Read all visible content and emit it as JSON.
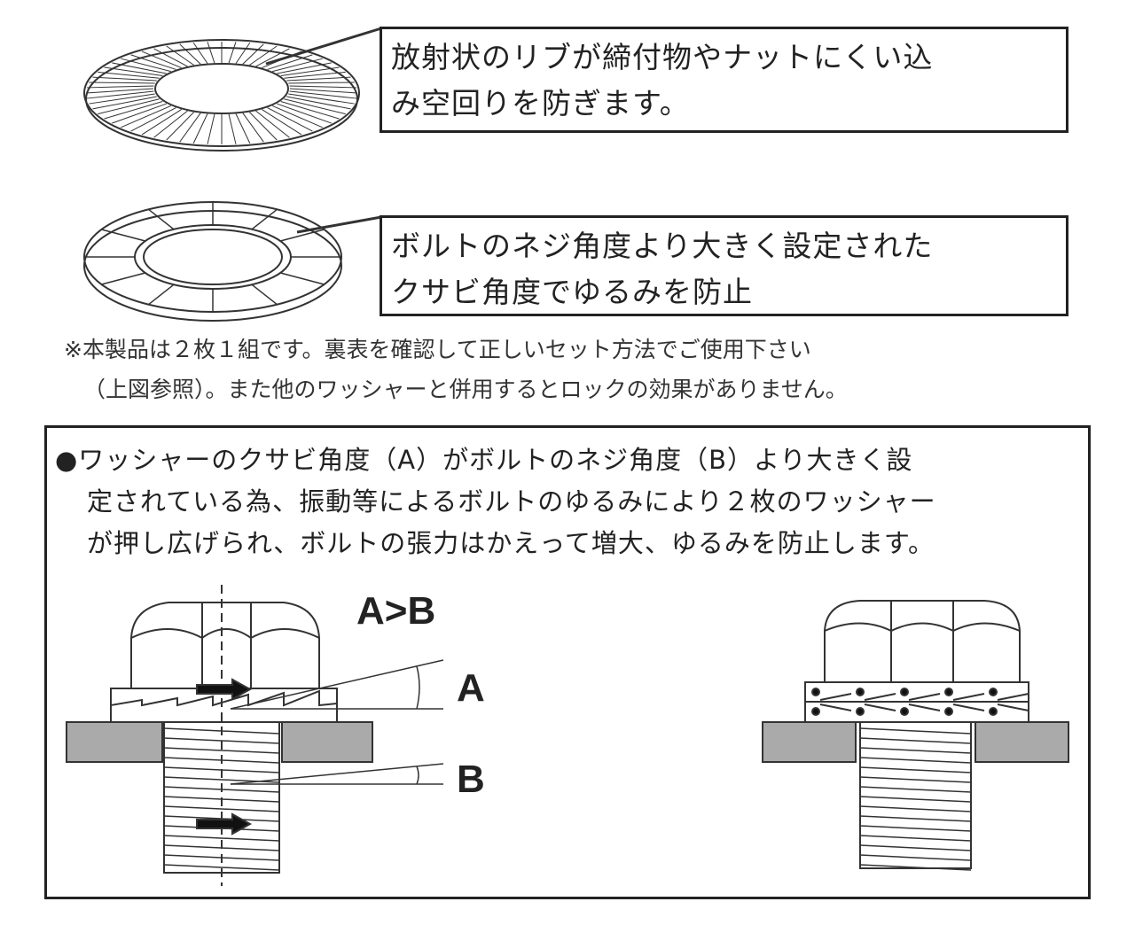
{
  "callouts": [
    {
      "line1": "放射状のリブが締付物やナットにくい込",
      "line2": "み空回りを防ぎます。"
    },
    {
      "line1": "ボルトのネジ角度より大きく設定された",
      "line2": "クサビ角度でゆるみを防止"
    }
  ],
  "note": {
    "line1": "※本製品は２枚１組です。裏表を確認して正しいセット方法でご使用下さい",
    "line2": "（上図参照）。また他のワッシャーと併用するとロックの効果がありません。"
  },
  "description": {
    "line1": "●ワッシャーのクサビ角度（A）がボルトのネジ角度（B）より大きく設",
    "line2": "定されている為、振動等によるボルトのゆるみにより２枚のワッシャー",
    "line3": "が押し広げられ、ボルトの張力はかえって増大、ゆるみを防止します。"
  },
  "labels": {
    "relation": "A>B",
    "angle_a": "A",
    "angle_b": "B"
  }
}
